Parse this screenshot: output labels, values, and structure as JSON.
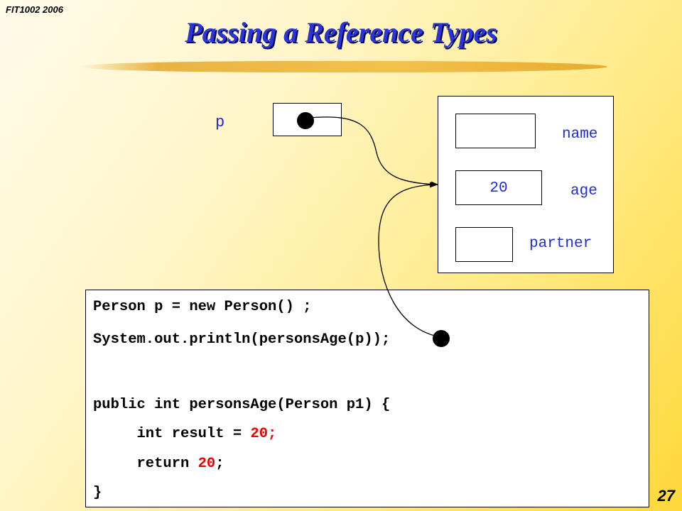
{
  "header": {
    "course": "FIT1002 2006",
    "title": "Passing a Reference Types"
  },
  "reference": {
    "variable": "p"
  },
  "object": {
    "fields": [
      {
        "label": "name",
        "value": ""
      },
      {
        "label": "age",
        "value": "20"
      },
      {
        "label": "partner",
        "value": ""
      }
    ]
  },
  "code": {
    "line1": "Person p = new Person() ;",
    "line2_prefix": "System.out.println(personsAge(",
    "line2_arg": "p",
    "line2_suffix": "));",
    "line3": "public int personsAge(Person p1) {",
    "line4_prefix": "     int result = ",
    "line4_value": "20;",
    "line5_prefix": "     return ",
    "line5_value": "20",
    "line5_suffix": ";",
    "line6": "}"
  },
  "footer": {
    "page_number": "27"
  }
}
